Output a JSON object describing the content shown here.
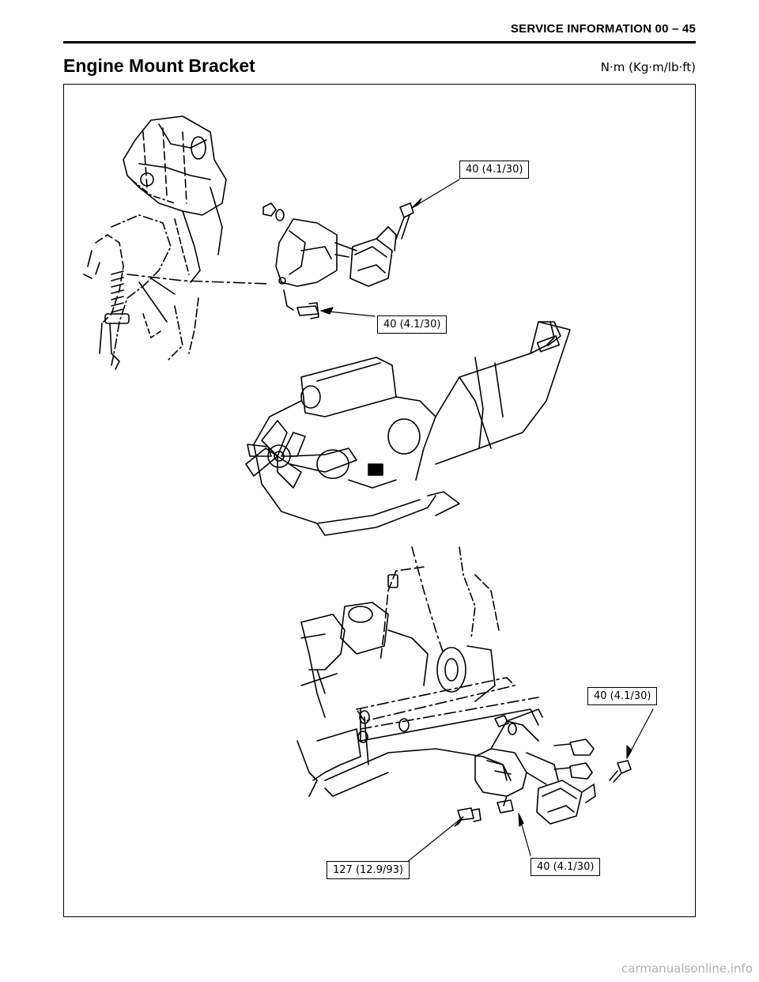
{
  "header": {
    "section": "SERVICE INFORMATION 00 – 45"
  },
  "title": "Engine Mount Bracket",
  "units": "N·m (Kg·m/lb·ft)",
  "callouts": {
    "upper_bolt": "40 (4.1/30)",
    "upper_bracket_bolt": "40 (4.1/30)",
    "lower_right_bolt": "40 (4.1/30)",
    "lower_frame_bolt": "127 (12.9/93)",
    "lower_center_bolt": "40 (4.1/30)"
  },
  "footer": {
    "watermark": "carmanualsonline.info"
  }
}
